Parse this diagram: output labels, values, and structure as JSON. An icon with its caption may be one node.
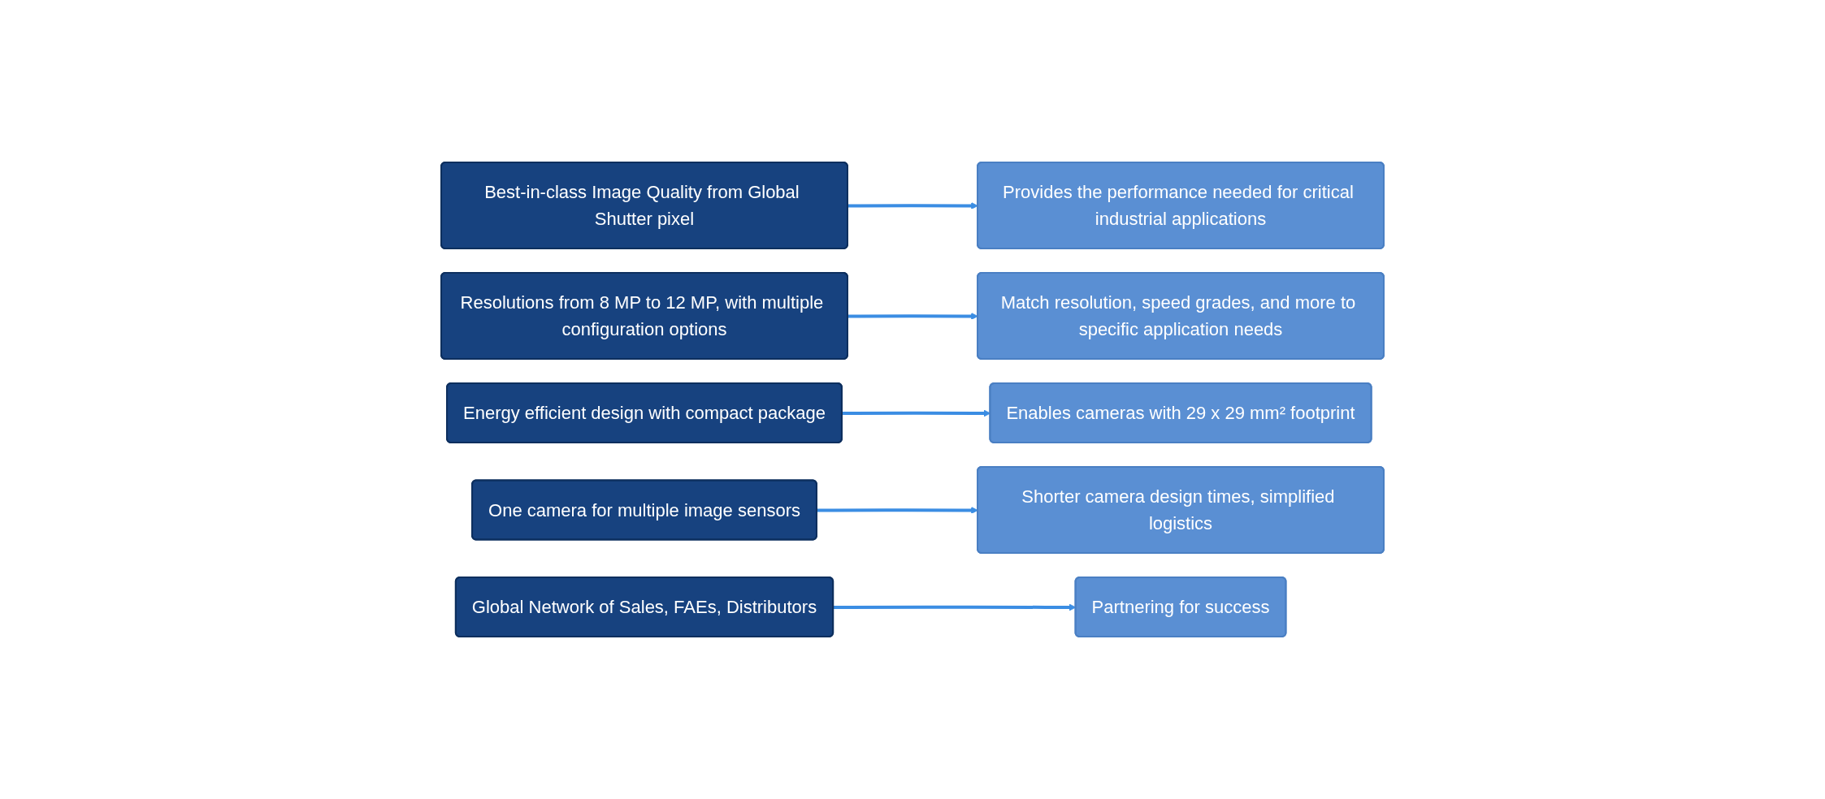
{
  "diagram": {
    "nodes": [
      {
        "text": [
          "Best-in-class Image Quality from Global Shutter pixel"
        ]
      },
      {
        "text": [
          "Provides the performance needed for critical industrial applications"
        ]
      },
      {
        "text": [
          "Resolutions from 8 MP to 12 MP, with multiple configuration options"
        ]
      },
      {
        "text": [
          "Match resolution, speed grades, and more to specific application needs"
        ]
      },
      {
        "text": [
          "Energy efficient design with compact package"
        ]
      },
      {
        "text": [
          "Enables cameras with 29 x 29 mm² footprint"
        ]
      },
      {
        "text": [
          "One camera for multiple image sensors"
        ]
      },
      {
        "text": [
          "Shorter camera design times, simplified logistics"
        ]
      },
      {
        "text": [
          "Global Network of Sales, FAEs, Distributors"
        ]
      },
      {
        "text": [
          "Partnering for success"
        ]
      }
    ],
    "edges": [
      {
        "from": 0,
        "to": 1,
        "arrow": "to"
      },
      {
        "from": 2,
        "to": 3,
        "arrow": "to"
      },
      {
        "from": 4,
        "to": 5,
        "arrow": "to"
      },
      {
        "from": 6,
        "to": 7,
        "arrow": "to"
      },
      {
        "from": 8,
        "to": 9,
        "arrow": "to"
      }
    ]
  }
}
